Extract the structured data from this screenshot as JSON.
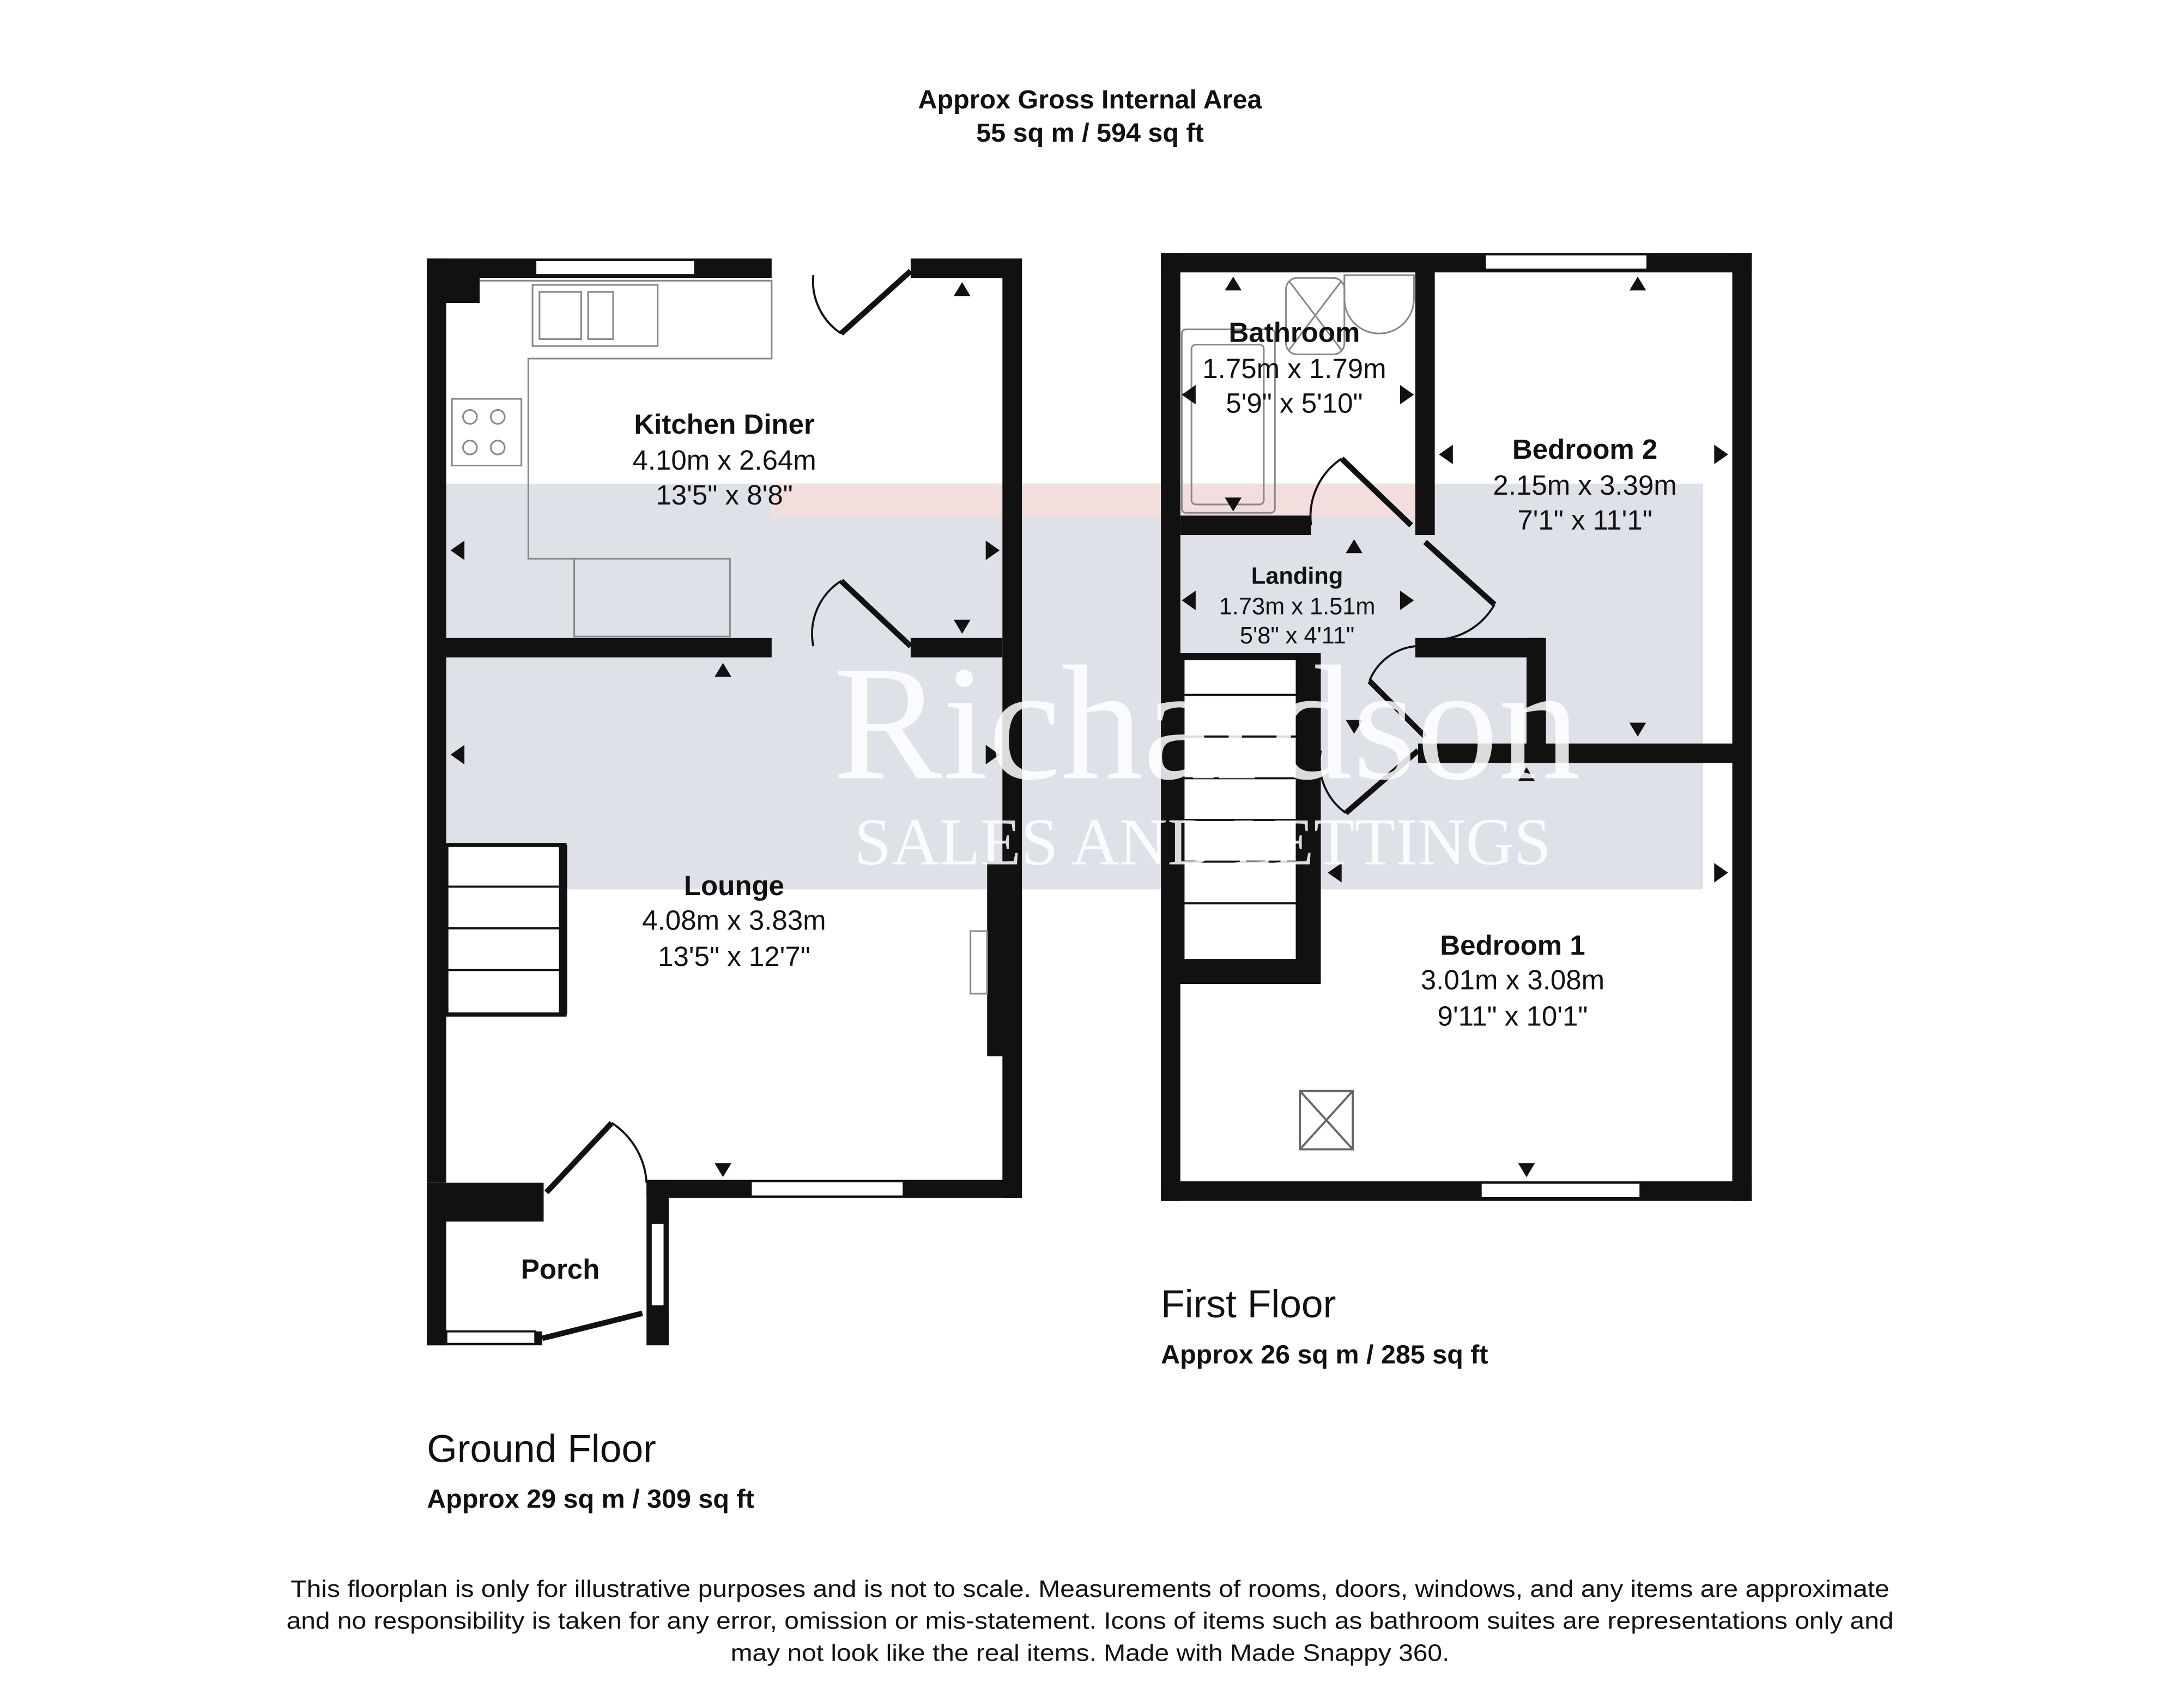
{
  "header": {
    "title": "Approx Gross Internal Area",
    "total_area": "55 sq m / 594 sq ft"
  },
  "watermark": {
    "brand": "Richardson",
    "tagline": "SALES AND LETTINGS"
  },
  "ground_floor": {
    "label": "Ground Floor",
    "area": "Approx 29 sq m / 309 sq ft",
    "rooms": [
      {
        "name": "Kitchen Diner",
        "metric": "4.10m x 2.64m",
        "imperial": "13'5\" x 8'8\""
      },
      {
        "name": "Lounge",
        "metric": "4.08m x 3.83m",
        "imperial": "13'5\" x 12'7\""
      },
      {
        "name": "Porch"
      }
    ]
  },
  "first_floor": {
    "label": "First Floor",
    "area": "Approx 26 sq m / 285 sq ft",
    "rooms": [
      {
        "name": "Bathroom",
        "metric": "1.75m x 1.79m",
        "imperial": "5'9\" x 5'10\""
      },
      {
        "name": "Bedroom 2",
        "metric": "2.15m x 3.39m",
        "imperial": "7'1\" x 11'1\""
      },
      {
        "name": "Landing",
        "metric": "1.73m x 1.51m",
        "imperial": "5'8\" x 4'11\""
      },
      {
        "name": "Bedroom 1",
        "metric": "3.01m x 3.08m",
        "imperial": "9'11\" x 10'1\""
      }
    ]
  },
  "disclaimer": {
    "line1": "This floorplan is only for illustrative purposes and is not to scale. Measurements of rooms, doors, windows, and any items are approximate",
    "line2": "and no responsibility is taken for any error, omission or mis-statement. Icons of items such as bathroom suites are representations only and",
    "line3": "may not look like the real items. Made with Made Snappy 360."
  },
  "colors": {
    "wall": "#111111",
    "watermark_band": "#dfe1e9",
    "watermark_accent": "#f3dede"
  }
}
